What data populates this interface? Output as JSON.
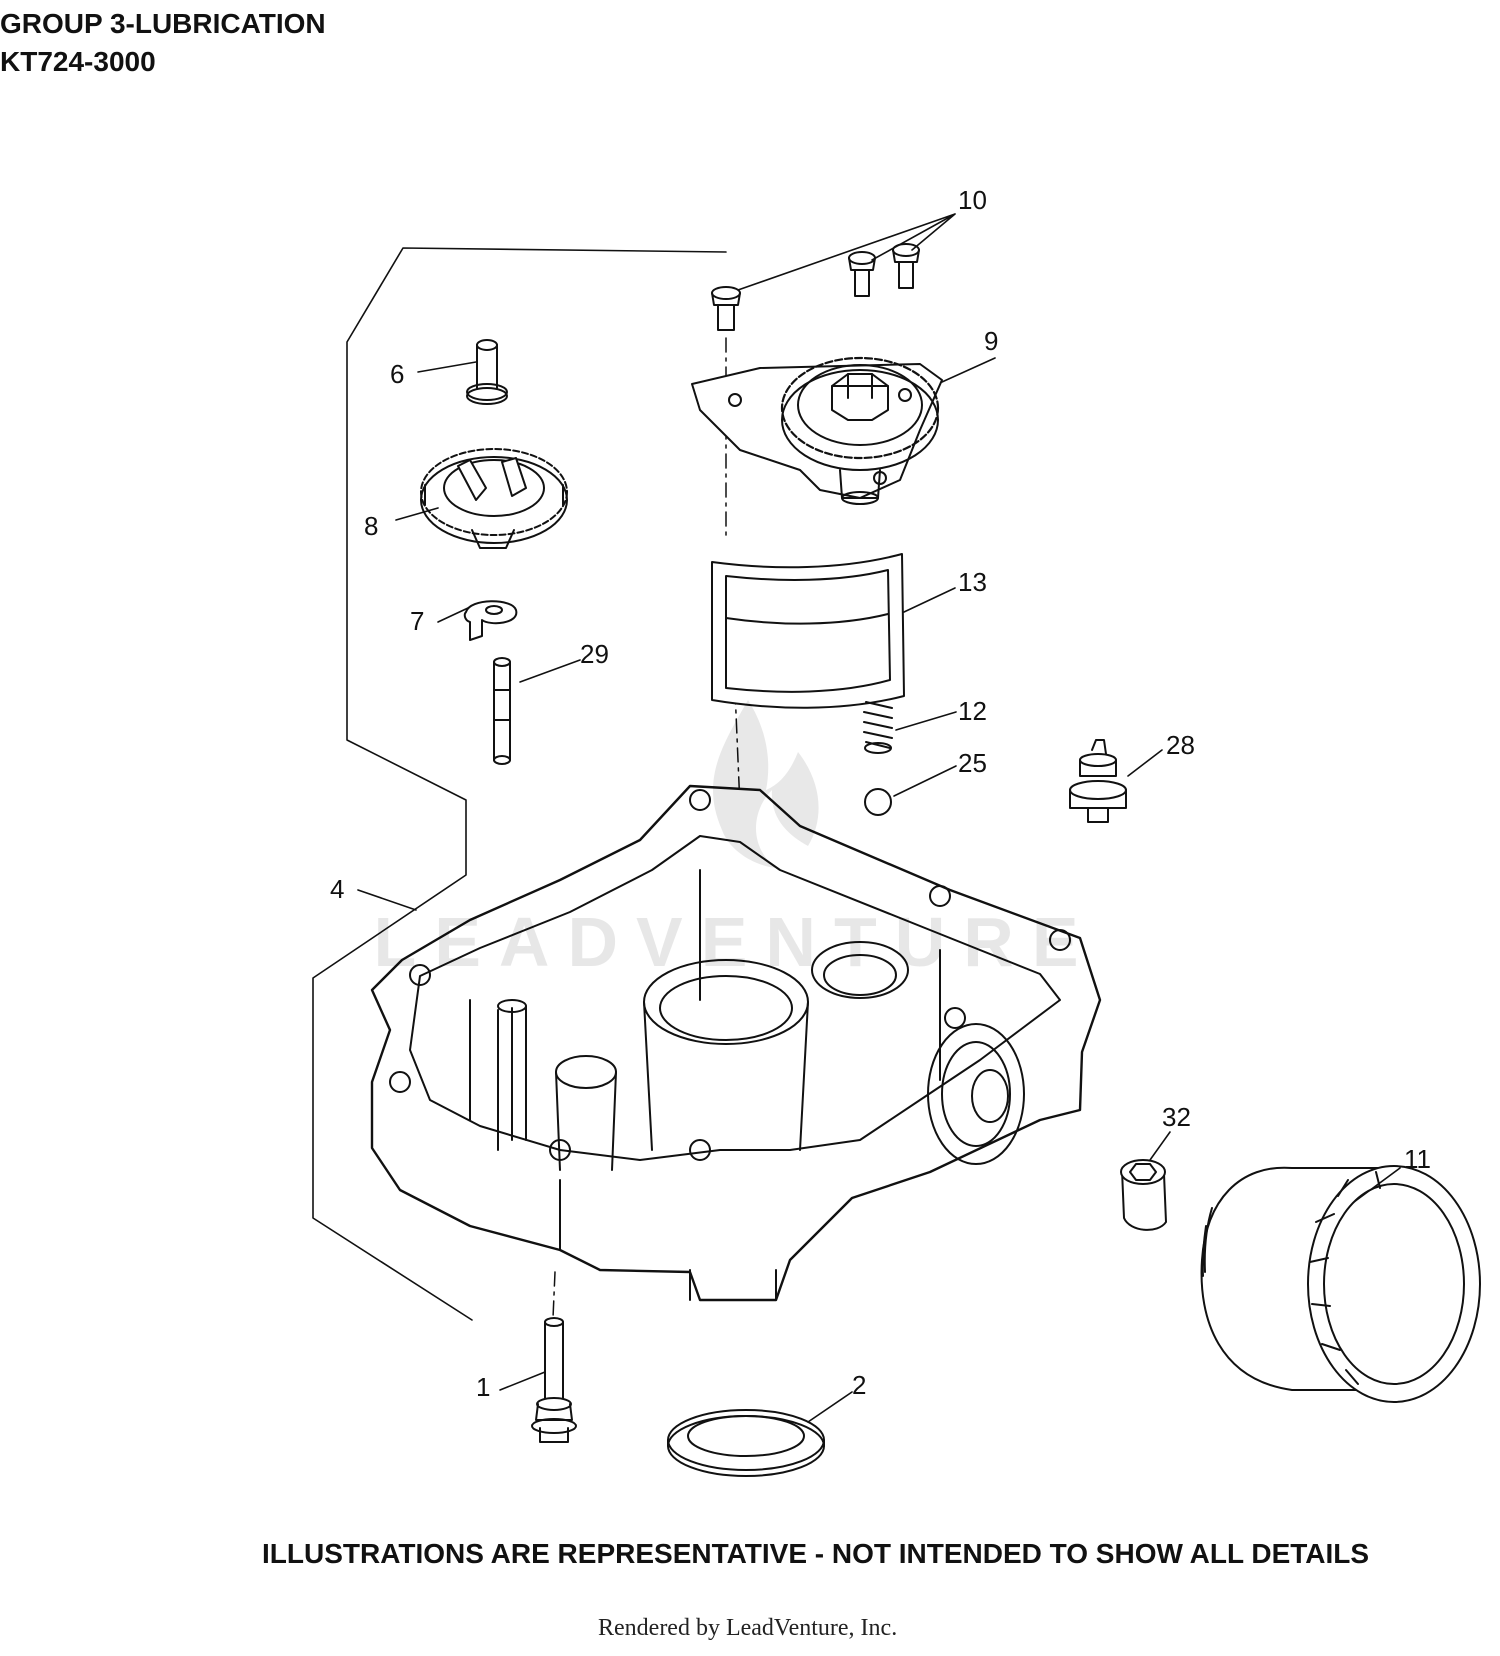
{
  "header": {
    "group_title": "GROUP 3-LUBRICATION",
    "model": "KT724-3000"
  },
  "callouts": [
    "10",
    "9",
    "6",
    "8",
    "13",
    "7",
    "29",
    "12",
    "25",
    "28",
    "4",
    "32",
    "11",
    "1",
    "2"
  ],
  "watermark": {
    "text": "LEADVENTURE"
  },
  "footer": {
    "disclaimer": "ILLUSTRATIONS ARE REPRESENTATIVE - NOT INTENDED TO SHOW ALL DETAILS",
    "credit": "Rendered by LeadVenture, Inc."
  }
}
